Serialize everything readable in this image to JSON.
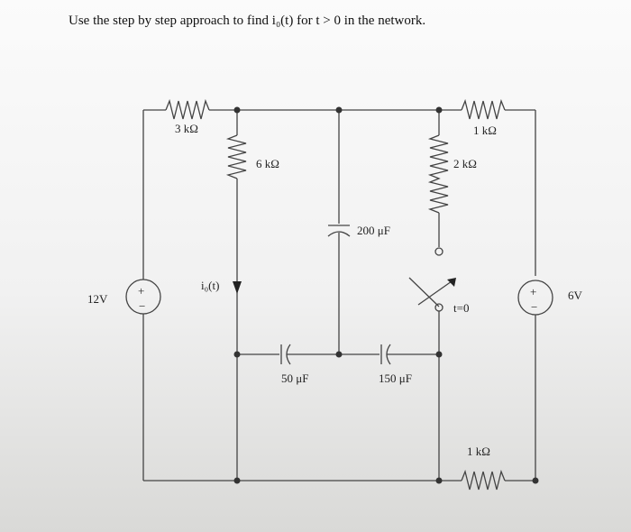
{
  "question": "Use the step by step approach to find i₀(t) for t > 0 in the network.",
  "circuit": {
    "resistors": {
      "r_top_left": "3 kΩ",
      "r_mid": "6 kΩ",
      "r_top_right": "1 kΩ",
      "r_vertical_right": "2 kΩ",
      "r_bottom_right": "1 kΩ"
    },
    "capacitors": {
      "c_vertical": "200 μF",
      "c_left": "50 μF",
      "c_right": "150 μF"
    },
    "sources": {
      "left": "12V",
      "right": "6V"
    },
    "current_label": "i₀(t)",
    "switch_label": "t=0",
    "plus": "+",
    "minus": "−"
  }
}
